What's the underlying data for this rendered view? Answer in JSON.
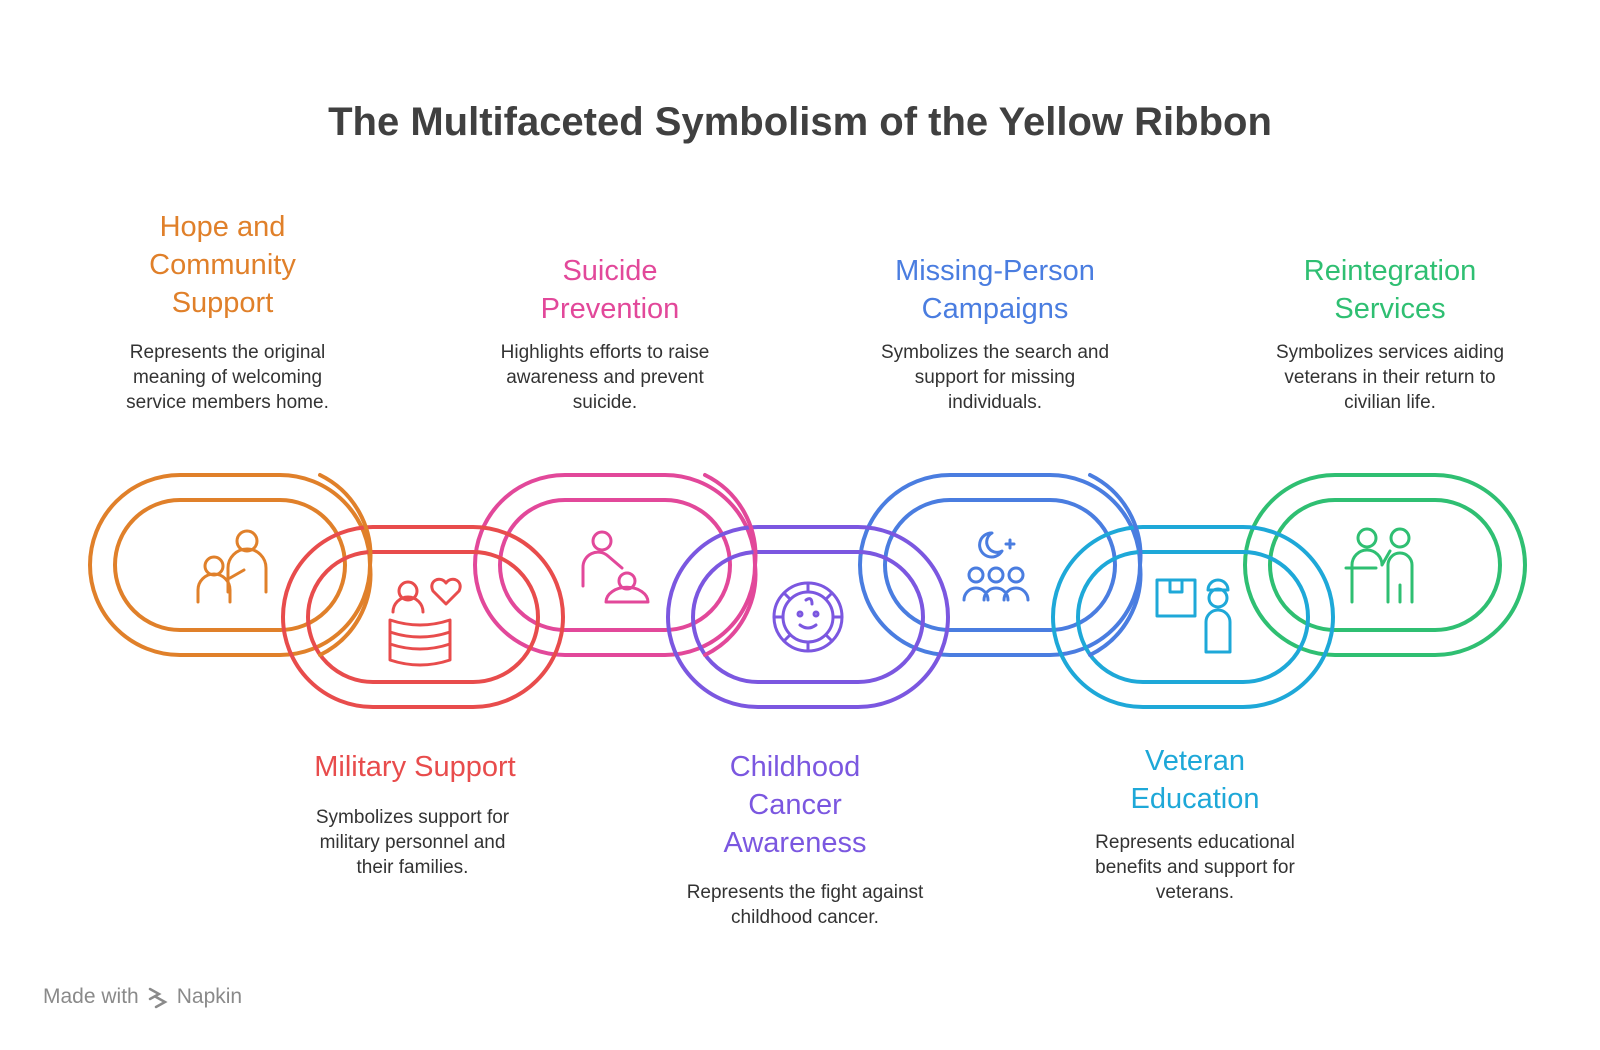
{
  "title": "The Multifaceted Symbolism of the Yellow Ribbon",
  "items": [
    {
      "label": "Hope and Community Support",
      "description": "Represents the original meaning of welcoming service members home.",
      "color": "#e0802a",
      "icon": "family-embrace-icon"
    },
    {
      "label": "Military Support",
      "description": "Symbolizes support for military personnel and their families.",
      "color": "#e84c4c",
      "icon": "flag-heart-icon"
    },
    {
      "label": "Suicide Prevention",
      "description": "Highlights efforts to raise awareness and prevent suicide.",
      "color": "#e2489a",
      "icon": "caring-person-icon"
    },
    {
      "label": "Childhood Cancer Awareness",
      "description": "Represents the fight against childhood cancer.",
      "color": "#7b57e0",
      "icon": "child-face-icon"
    },
    {
      "label": "Missing-Person Campaigns",
      "description": "Symbolizes the search and support for missing individuals.",
      "color": "#4a7de0",
      "icon": "group-night-icon"
    },
    {
      "label": "Veteran Education",
      "description": "Represents educational benefits and support for veterans.",
      "color": "#1ea8d8",
      "icon": "delivery-person-icon"
    },
    {
      "label": "Reintegration Services",
      "description": "Symbolizes services aiding veterans in their return to civilian life.",
      "color": "#2fbf72",
      "icon": "counselor-icon"
    }
  ],
  "footer": {
    "made_with": "Made with",
    "brand": "Napkin"
  }
}
